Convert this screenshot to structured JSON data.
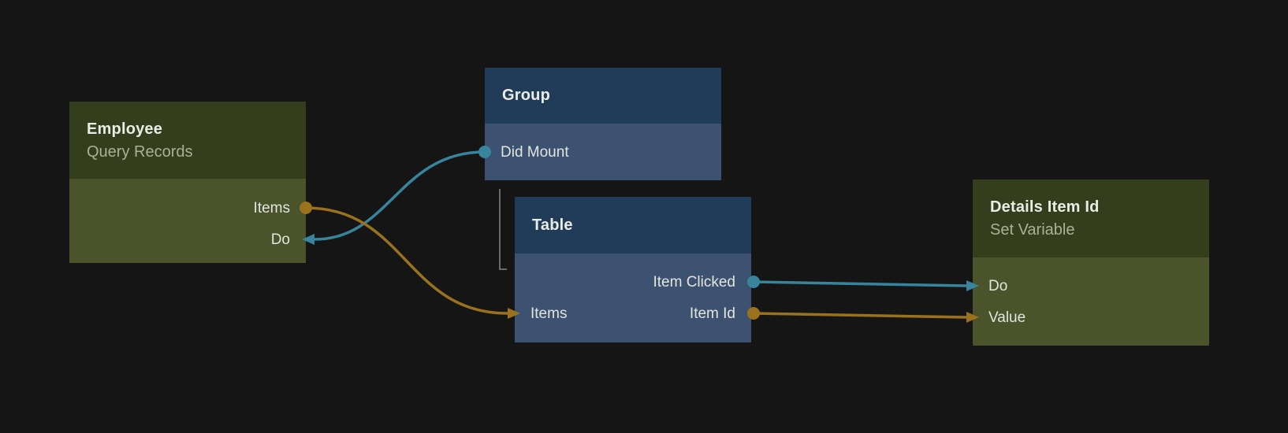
{
  "app": {
    "view": "flow-editor-canvas"
  },
  "colors": {
    "background": "#151515",
    "olive_header": "#343e1d",
    "olive_body": "#4b532a",
    "navy_header": "#213c58",
    "navy_body": "#3d5270",
    "title": "#eaece5",
    "subtitle": "#a9b294",
    "port_label": "#e2e5de",
    "teal": "#38849c",
    "gold": "#9a721e",
    "hierarchy_line": "#6a6a6a"
  },
  "nodes": [
    {
      "id": "employee",
      "title": "Employee",
      "subtitle": "Query Records",
      "rows": [
        {
          "right": "Items"
        },
        {
          "right": "Do"
        }
      ]
    },
    {
      "id": "group",
      "title": "Group",
      "rows": [
        {
          "left": "Did Mount"
        }
      ]
    },
    {
      "id": "table",
      "title": "Table",
      "rows": [
        {
          "right": "Item Clicked"
        },
        {
          "left": "Items",
          "right": "Item Id"
        }
      ]
    },
    {
      "id": "details-item-id",
      "title": "Details Item Id",
      "subtitle": "Set Variable",
      "rows": [
        {
          "left": "Do"
        },
        {
          "left": "Value"
        }
      ]
    }
  ],
  "edges": [
    {
      "from": "Group.Did Mount",
      "to": "Employee.Do",
      "color": "teal"
    },
    {
      "from": "Employee.Items",
      "to": "Table.Items",
      "color": "gold"
    },
    {
      "from": "Table.Item Clicked",
      "to": "Details Item Id.Do",
      "color": "teal"
    },
    {
      "from": "Table.Item Id",
      "to": "Details Item Id.Value",
      "color": "gold"
    }
  ],
  "hierarchy": [
    {
      "parent": "Group",
      "child": "Table"
    }
  ]
}
